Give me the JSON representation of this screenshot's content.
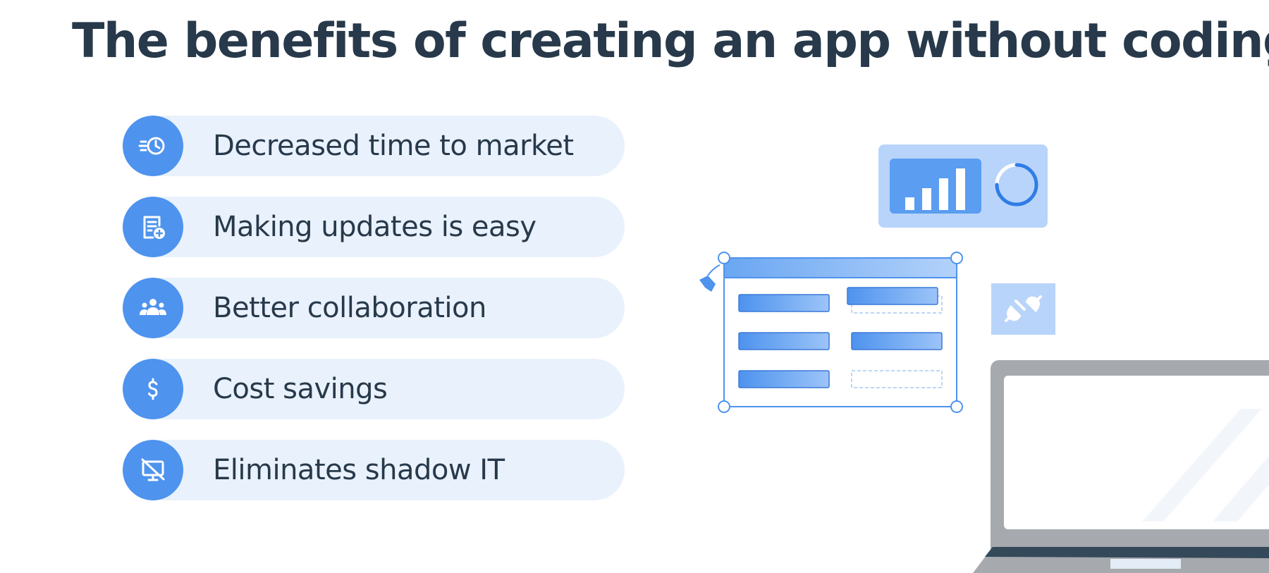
{
  "title": "The benefits of creating an app without coding",
  "benefits": [
    {
      "label": "Decreased time to market",
      "icon": "fast-clock-icon"
    },
    {
      "label": "Making updates is easy",
      "icon": "document-add-icon"
    },
    {
      "label": "Better collaboration",
      "icon": "people-group-icon"
    },
    {
      "label": "Cost savings",
      "icon": "dollar-icon"
    },
    {
      "label": "Eliminates shadow IT",
      "icon": "monitor-off-icon"
    }
  ],
  "colors": {
    "heading": "#27394a",
    "accent": "#4e93ee",
    "pill_bg": "#e9f1fc",
    "light_blue": "#b8d4fa",
    "laptop_gray": "#a6a9ad",
    "laptop_dark": "#34495a"
  }
}
